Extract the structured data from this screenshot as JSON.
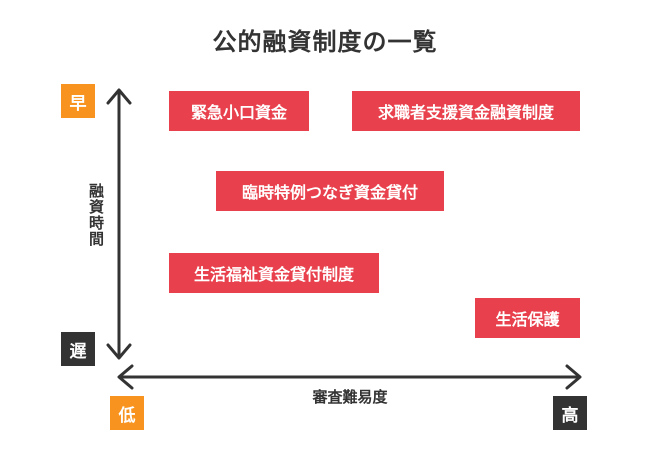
{
  "title": "公的融資制度の一覧",
  "y_axis": {
    "label": "融資時間",
    "top_label": "早",
    "bottom_label": "遅"
  },
  "x_axis": {
    "label": "審査難易度",
    "left_label": "低",
    "right_label": "高"
  },
  "items": [
    {
      "label": "緊急小口資金"
    },
    {
      "label": "求職者支援資金融資制度"
    },
    {
      "label": "臨時特例つなぎ資金貸付"
    },
    {
      "label": "生活福祉資金貸付制度"
    },
    {
      "label": "生活保護"
    }
  ],
  "colors": {
    "item": "#e8404c",
    "low_badge": "#f7931e",
    "high_badge": "#333333",
    "axis": "#333333"
  }
}
